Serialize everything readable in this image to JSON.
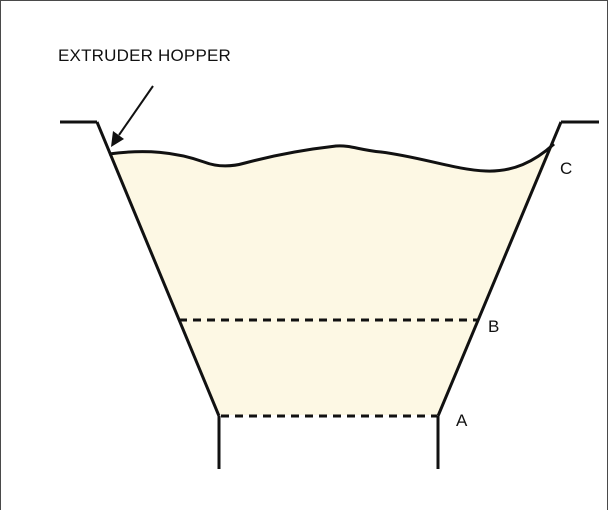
{
  "diagram": {
    "title_label": "EXTRUDER HOPPER",
    "level_labels": {
      "a": "A",
      "b": "B",
      "c": "C"
    },
    "colors": {
      "fill": "#fdf8e4",
      "line": "#111111",
      "border": "#4a4a4a"
    }
  }
}
